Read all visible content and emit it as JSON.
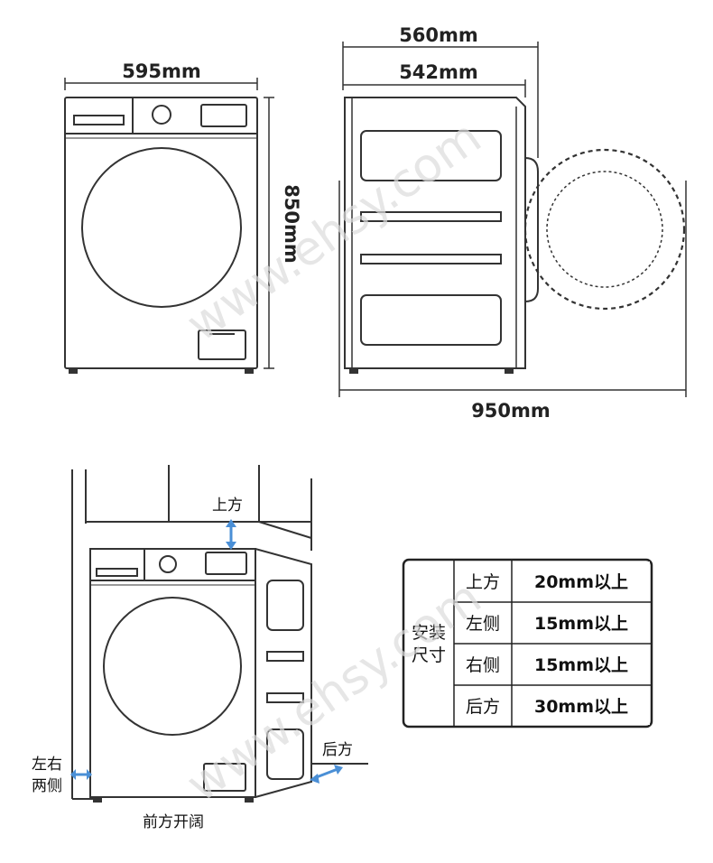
{
  "dimensions": {
    "width_front": "595mm",
    "height": "850mm",
    "depth_total": "560mm",
    "depth_body": "542mm",
    "depth_door_open": "950mm"
  },
  "clearance_labels": {
    "top": "上方",
    "back": "后方",
    "sides_line1": "左右",
    "sides_line2": "两侧",
    "front": "前方开阔"
  },
  "table": {
    "header_line1": "安装",
    "header_line2": "尺寸",
    "rows": [
      {
        "position": "上方",
        "value": "20mm以上"
      },
      {
        "position": "左侧",
        "value": "15mm以上"
      },
      {
        "position": "右侧",
        "value": "15mm以上"
      },
      {
        "position": "后方",
        "value": "30mm以上"
      }
    ]
  },
  "watermark": "www.ehsy.com",
  "colors": {
    "line": "#333333",
    "arrow": "#4a8fd6",
    "panel": "#f2f2f2"
  }
}
